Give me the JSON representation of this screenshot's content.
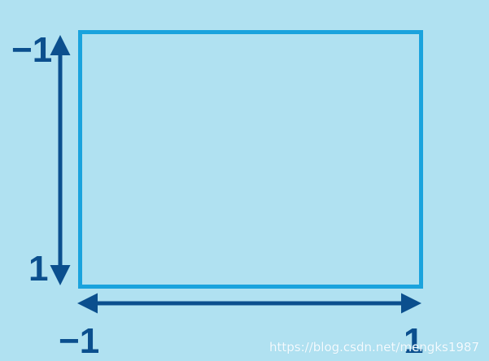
{
  "diagram": {
    "y_axis": {
      "top_label": "−1",
      "bottom_label": "1"
    },
    "x_axis": {
      "left_label": "−1",
      "right_label": "1"
    },
    "watermark": "https://blog.csdn.net/mengks1987",
    "colors": {
      "background": "#b0e1f1",
      "rectangle_border": "#1aa3dd",
      "arrows_and_labels": "#0b4f8e",
      "watermark": "#f4fbff"
    }
  }
}
